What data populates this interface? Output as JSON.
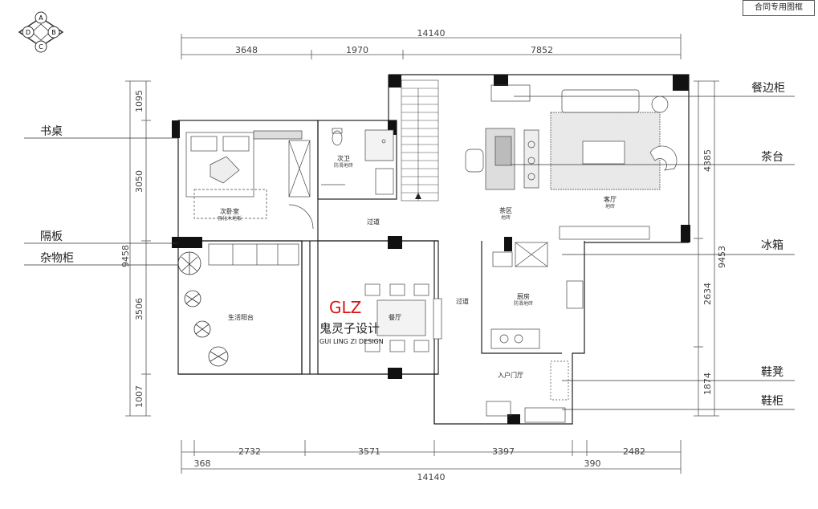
{
  "stamp": "合同专用图框",
  "compass": {
    "a": "A",
    "b": "B",
    "c": "C",
    "d": "D"
  },
  "dims_top": {
    "total": "14140",
    "d1": "3648",
    "d2": "1970",
    "d3": "7852"
  },
  "dims_bottom": {
    "total": "14140",
    "d1": "2732",
    "d2": "3571",
    "d3": "3397",
    "d4": "2482",
    "s1": "368",
    "s2": "390"
  },
  "dims_left": {
    "total": "9458",
    "d1": "1095",
    "d2": "3050",
    "d3": "3506",
    "d4": "1007"
  },
  "dims_right": {
    "total": "9453",
    "d1": "4385",
    "d2": "2634",
    "d3": "1874"
  },
  "labels_left": {
    "desk": "书桌",
    "partition": "隔板",
    "storage": "杂物柜"
  },
  "labels_right": {
    "sideboard": "餐边柜",
    "tea_table": "茶台",
    "fridge": "冰箱",
    "shoe_bench": "鞋凳",
    "shoe_cabinet": "鞋柜"
  },
  "rooms": {
    "second_bedroom": "次卧室",
    "second_bedroom_floor": "强化木地板",
    "second_bath": "次卫",
    "second_bath_floor": "防滑地砖",
    "corridor_upper": "过道",
    "tea_area": "茶区",
    "tea_area_floor": "地砖",
    "living_room": "客厅",
    "living_room_floor": "地砖",
    "balcony": "生活阳台",
    "dining": "餐厅",
    "corridor_middle": "过道",
    "kitchen": "厨房",
    "kitchen_floor": "防滑地砖",
    "entry_hall": "入户门厅"
  },
  "watermark": {
    "logo": "GLZ",
    "cn": "鬼灵子设计",
    "en": "GUI LING ZI DESIGN"
  }
}
